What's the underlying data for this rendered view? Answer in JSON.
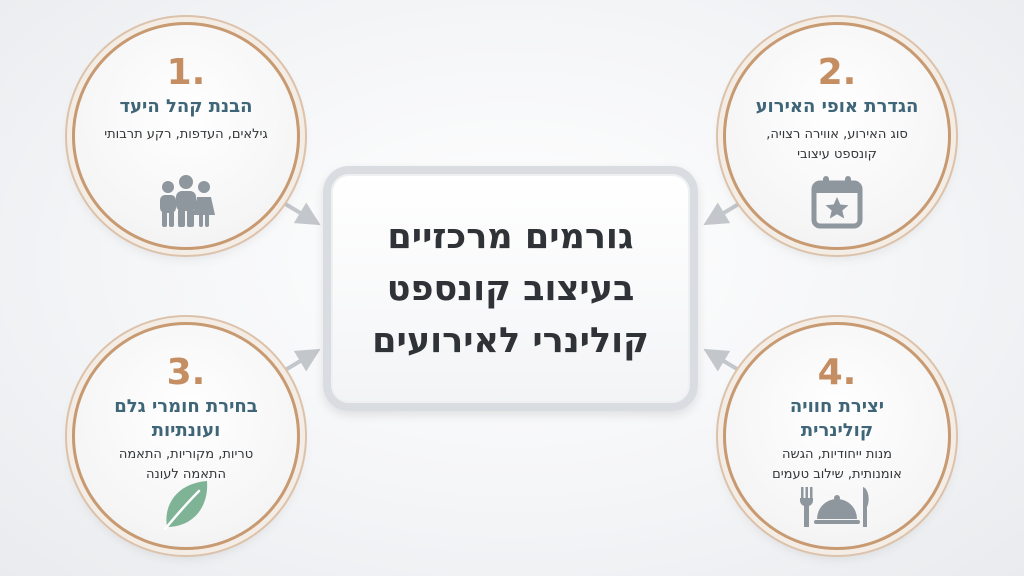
{
  "center": {
    "title": "גורמים מרכזיים\nבעיצוב קונספט\nקולינרי לאירועים"
  },
  "nodes": [
    {
      "number": "1.",
      "title": "הבנת קהל היעד",
      "description": "גילאים, העדפות, רקע תרבותי",
      "icon": "people-group-icon"
    },
    {
      "number": "2.",
      "title": "הגדרת אופי האירוע",
      "description": "סוג האירוע, אווירה רצויה,\nקונספט עיצובי",
      "icon": "calendar-star-icon"
    },
    {
      "number": "3.",
      "title": "בחירת חומרי גלם\nועונתיות",
      "description": "טריות, מקוריות, התאמה\nהתאמה לעונה",
      "icon": "leaf-icon"
    },
    {
      "number": "4.",
      "title": "יצירת חוויה\nקולינרית",
      "description": "מנות ייחודיות, הגשה\nאומנותית, שילוב טעמים",
      "icon": "cloche-cutlery-icon"
    }
  ],
  "colors": {
    "accent_gold": "#c58d62",
    "title_teal": "#3f6678",
    "icon_gray": "#8e969e",
    "leaf_green": "#7fb396",
    "arrow_gray": "#c3c7cc"
  }
}
